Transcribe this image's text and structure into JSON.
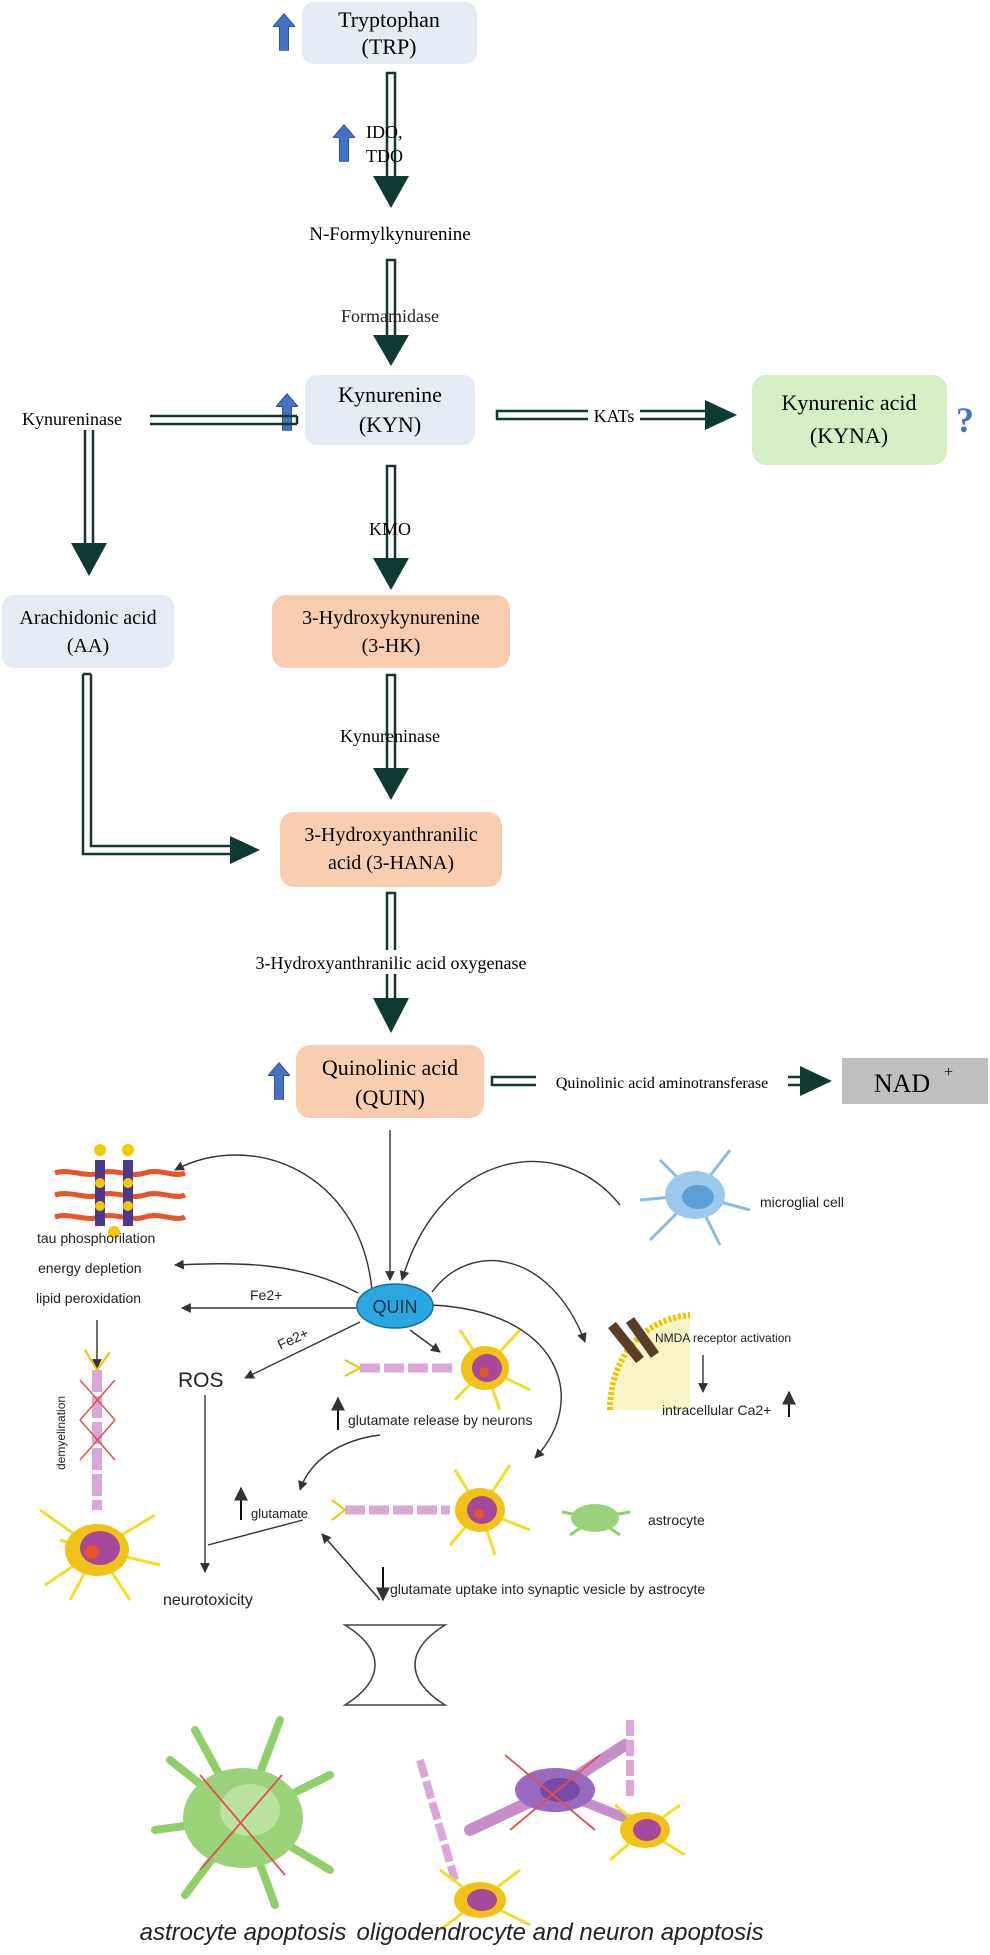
{
  "nodes": {
    "trp": {
      "line1": "Tryptophan",
      "line2": "(TRP)"
    },
    "nfk": {
      "label": "N-Formylkynurenine"
    },
    "kyn": {
      "line1": "Kynurenine",
      "line2": "(KYN)"
    },
    "kyna": {
      "line1": "Kynurenic acid",
      "line2": "(KYNA)"
    },
    "aa": {
      "line1": "Arachidonic acid",
      "line2": "(AA)"
    },
    "hk": {
      "line1": "3-Hydroxykynurenine",
      "line2": "(3-HK)"
    },
    "hana": {
      "line1": "3-Hydroxyanthranilic",
      "line2": "acid (3-HANA)"
    },
    "quin": {
      "line1": "Quinolinic acid",
      "line2": "(QUIN)"
    },
    "nad": {
      "label": "NAD",
      "sup": "+"
    }
  },
  "enzymes": {
    "ido_tdo": {
      "line1": "IDO,",
      "line2": "TDO"
    },
    "formamidase": "Formamidase",
    "kynureninase_left": "Kynureninase",
    "kats": "KATs",
    "kmo": "KMO",
    "kynureninase": "Kynureninase",
    "hana_oxygenase": "3-Hydroxyanthranilic acid oxygenase",
    "quin_aminotransferase": "Quinolinic acid aminotransferase"
  },
  "question_mark": "?",
  "mechanism": {
    "quin_label": "QUIN",
    "tau": "tau phosphorilation",
    "energy": "energy depletion",
    "lipid": "lipid peroxidation",
    "fe2_1": "Fe2+",
    "fe2_2": "Fe2+",
    "ros": "ROS",
    "demyelination": "demyelination",
    "glutamate_release": "glutamate release by neurons",
    "glutamate": "glutamate",
    "neurotoxicity": "neurotoxicity",
    "glutamate_uptake": "glutamate uptake into synaptic vesicle by astrocyte",
    "microglial": "microglial cell",
    "nmda": "NMDA receptor activation",
    "ca": "intracellular Ca2+",
    "astrocyte": "astrocyte",
    "astro_apoptosis": "astrocyte apoptosis",
    "oligo_apoptosis": "oligodendrocyte and neuron apoptosis"
  },
  "colors": {
    "blue_box": "#e4ebf5",
    "green_box": "#d6eec4",
    "orange_box": "#f8cdb0",
    "nad_box": "#bfbfbf",
    "arrow": "#0e3a33",
    "up_arrow": "#4472c4",
    "quin_ellipse": "#2aa7e0"
  }
}
